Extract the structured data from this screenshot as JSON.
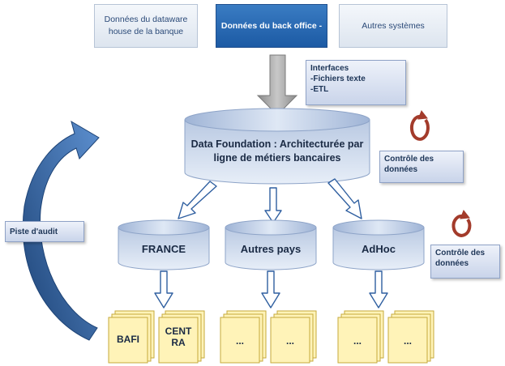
{
  "sources": [
    {
      "label": "Données du dataware house de la banque",
      "highlight": false
    },
    {
      "label": "Données du back office -",
      "highlight": true
    },
    {
      "label": "Autres systèmes",
      "highlight": false
    }
  ],
  "interfaces": {
    "title": "Interfaces",
    "items": [
      "-Fichiers texte",
      "-ETL"
    ]
  },
  "foundation": {
    "label": "Data Foundation : Architecturée par ligne de métiers bancaires"
  },
  "controls": [
    {
      "label": "Contrôle des données"
    },
    {
      "label": "Contrôle des données"
    }
  ],
  "audit": {
    "label": "Piste d'audit"
  },
  "marts": [
    {
      "label": "FRANCE",
      "docs": [
        "BAFI",
        "CENT RA"
      ]
    },
    {
      "label": "Autres pays",
      "docs": [
        "...",
        "..."
      ]
    },
    {
      "label": "AdHoc",
      "docs": [
        "...",
        "..."
      ]
    }
  ],
  "colors": {
    "cylinder": "#c9d6ea",
    "cylinder_top": "#e6edf7",
    "arrow": "#ffffff",
    "arrow_stroke": "#2f5fa0",
    "down_arrow": "#9a9a9a",
    "audit_arrow": "#2d5a94",
    "cycle_icon": "#a33b2b",
    "doc": "#fff3b8",
    "doc_stroke": "#c6a93a"
  }
}
